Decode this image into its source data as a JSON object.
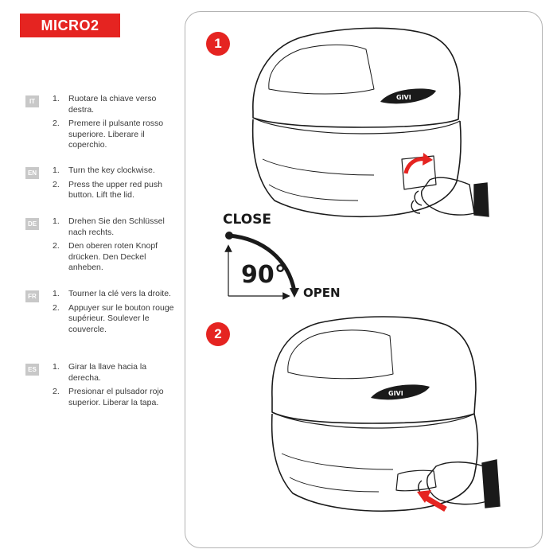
{
  "model": "MICRO2",
  "languages": [
    {
      "code": "IT",
      "steps": [
        {
          "num": "1.",
          "text": "Ruotare la chiave verso destra."
        },
        {
          "num": "2.",
          "text": "Premere il pulsante rosso superiore. Liberare il coperchio."
        }
      ]
    },
    {
      "code": "EN",
      "steps": [
        {
          "num": "1.",
          "text": "Turn the key clockwise."
        },
        {
          "num": "2.",
          "text": "Press the upper red push button. Lift the lid."
        }
      ]
    },
    {
      "code": "DE",
      "steps": [
        {
          "num": "1.",
          "text": "Drehen Sie den Schlüssel nach rechts."
        },
        {
          "num": "2.",
          "text": "Den oberen roten Knopf drücken. Den Deckel anheben."
        }
      ]
    },
    {
      "code": "FR",
      "steps": [
        {
          "num": "1.",
          "text": "Tourner la clé vers la droite."
        },
        {
          "num": "2.",
          "text": "Appuyer sur le bouton rouge supérieur. Soulever le couvercle."
        }
      ]
    },
    {
      "code": "ES",
      "steps": [
        {
          "num": "1.",
          "text": "Girar la llave hacia la derecha."
        },
        {
          "num": "2.",
          "text": "Presionar el pulsador rojo superior. Liberar la tapa."
        }
      ]
    }
  ],
  "diagram": {
    "step1_label": "1",
    "step2_label": "2",
    "close_label": "CLOSE",
    "open_label": "OPEN",
    "angle_label": "90°",
    "logo_text": "GIVI"
  },
  "colors": {
    "accent_red": "#e52421",
    "lang_badge_gray": "#c8c8c8",
    "panel_border": "#b3b3b3"
  }
}
